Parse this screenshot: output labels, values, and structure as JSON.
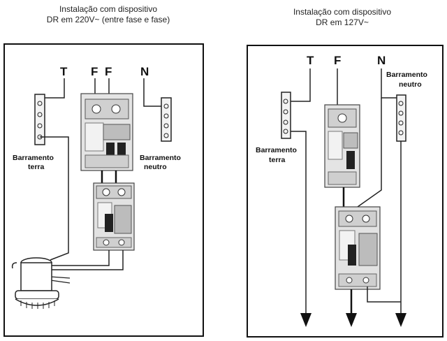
{
  "left_panel": {
    "caption_line1": "Instalação com dispositivo",
    "caption_line2": "DR em 220V~ (entre fase e fase)",
    "label_t": "T",
    "label_f1": "F",
    "label_f2": "F",
    "label_n": "N",
    "ground_bar_line1": "Barramento",
    "ground_bar_line2": "terra",
    "neutral_bar_line1": "Barramento",
    "neutral_bar_line2": "neutro"
  },
  "right_panel": {
    "caption_line1": "Instalação com dispositivo",
    "caption_line2": "DR em 127V~",
    "label_t": "T",
    "label_f": "F",
    "label_n": "N",
    "ground_bar_line1": "Barramento",
    "ground_bar_line2": "terra",
    "neutral_bar_line1": "Barramento",
    "neutral_bar_line2": "neutro"
  }
}
